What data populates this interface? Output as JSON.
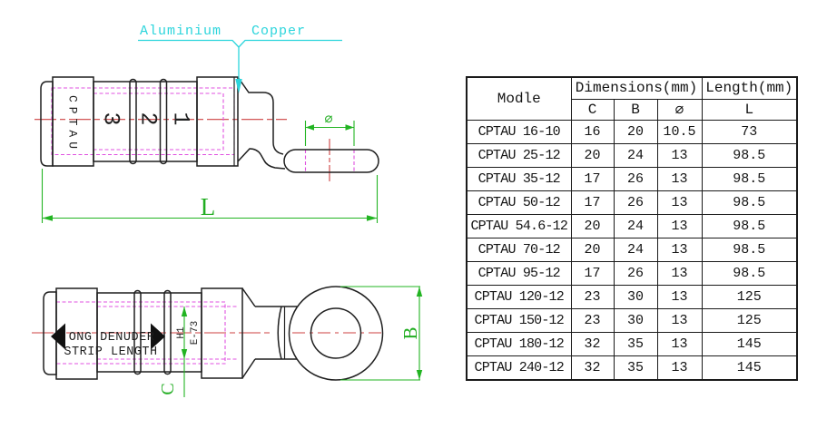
{
  "drawing": {
    "callouts": {
      "aluminium": "Aluminium",
      "copper": "Copper"
    },
    "dims": {
      "length": "L",
      "diameter": "∅",
      "ring_width": "B",
      "bore": "C"
    },
    "markings": {
      "body_text": "CPTAU",
      "zone3": "3",
      "zone2": "2",
      "zone1": "1",
      "strip_line1": "ONG DENUDER",
      "strip_line2": "STRIP LENGTH",
      "mark_h1": "H1",
      "mark_e73": "E-73"
    },
    "colors": {
      "outline": "#1f1f1f",
      "hidden_line": "#e052e0",
      "center_line": "#cd4040",
      "dimension": "#22b422",
      "callout": "#2cd5dc"
    }
  },
  "table": {
    "header": {
      "model": "Modle",
      "dimensions": "Dimensions(mm)",
      "length": "Length(mm)",
      "col_c": "C",
      "col_b": "B",
      "col_dia": "∅",
      "col_l": "L"
    },
    "rows": [
      {
        "model": "CPTAU 16-10",
        "c": "16",
        "b": "20",
        "dia": "10.5",
        "l": "73"
      },
      {
        "model": "CPTAU 25-12",
        "c": "20",
        "b": "24",
        "dia": "13",
        "l": "98.5"
      },
      {
        "model": "CPTAU 35-12",
        "c": "17",
        "b": "26",
        "dia": "13",
        "l": "98.5"
      },
      {
        "model": "CPTAU 50-12",
        "c": "17",
        "b": "26",
        "dia": "13",
        "l": "98.5"
      },
      {
        "model": "CPTAU 54.6-12",
        "c": "20",
        "b": "24",
        "dia": "13",
        "l": "98.5"
      },
      {
        "model": "CPTAU 70-12",
        "c": "20",
        "b": "24",
        "dia": "13",
        "l": "98.5"
      },
      {
        "model": "CPTAU 95-12",
        "c": "17",
        "b": "26",
        "dia": "13",
        "l": "98.5"
      },
      {
        "model": "CPTAU 120-12",
        "c": "23",
        "b": "30",
        "dia": "13",
        "l": "125"
      },
      {
        "model": "CPTAU 150-12",
        "c": "23",
        "b": "30",
        "dia": "13",
        "l": "125"
      },
      {
        "model": "CPTAU 180-12",
        "c": "32",
        "b": "35",
        "dia": "13",
        "l": "145"
      },
      {
        "model": "CPTAU 240-12",
        "c": "32",
        "b": "35",
        "dia": "13",
        "l": "145"
      }
    ]
  }
}
